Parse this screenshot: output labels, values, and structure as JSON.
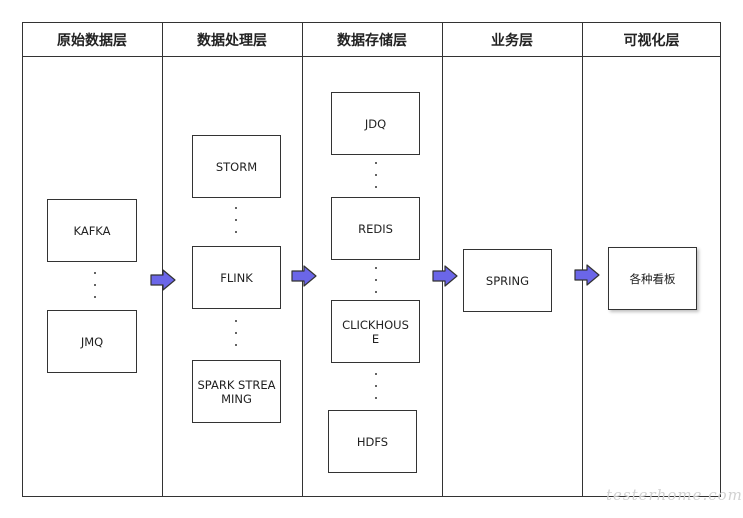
{
  "columns": [
    "原始数据层",
    "数据处理层",
    "数据存储层",
    "业务层",
    "可视化层"
  ],
  "raw": {
    "items": [
      "KAFKA",
      "JMQ"
    ]
  },
  "processing": {
    "items": [
      "STORM",
      "FLINK",
      "SPARK STREAMING"
    ]
  },
  "storage": {
    "items": [
      "JDQ",
      "REDIS",
      "CLICKHOUSE",
      "HDFS"
    ]
  },
  "business": {
    "items": [
      "SPRING"
    ]
  },
  "visual": {
    "items": [
      "各种看板"
    ]
  },
  "watermark": "testerhome.com",
  "colors": {
    "arrow_fill": "#6b66e8",
    "line": "#333333"
  }
}
